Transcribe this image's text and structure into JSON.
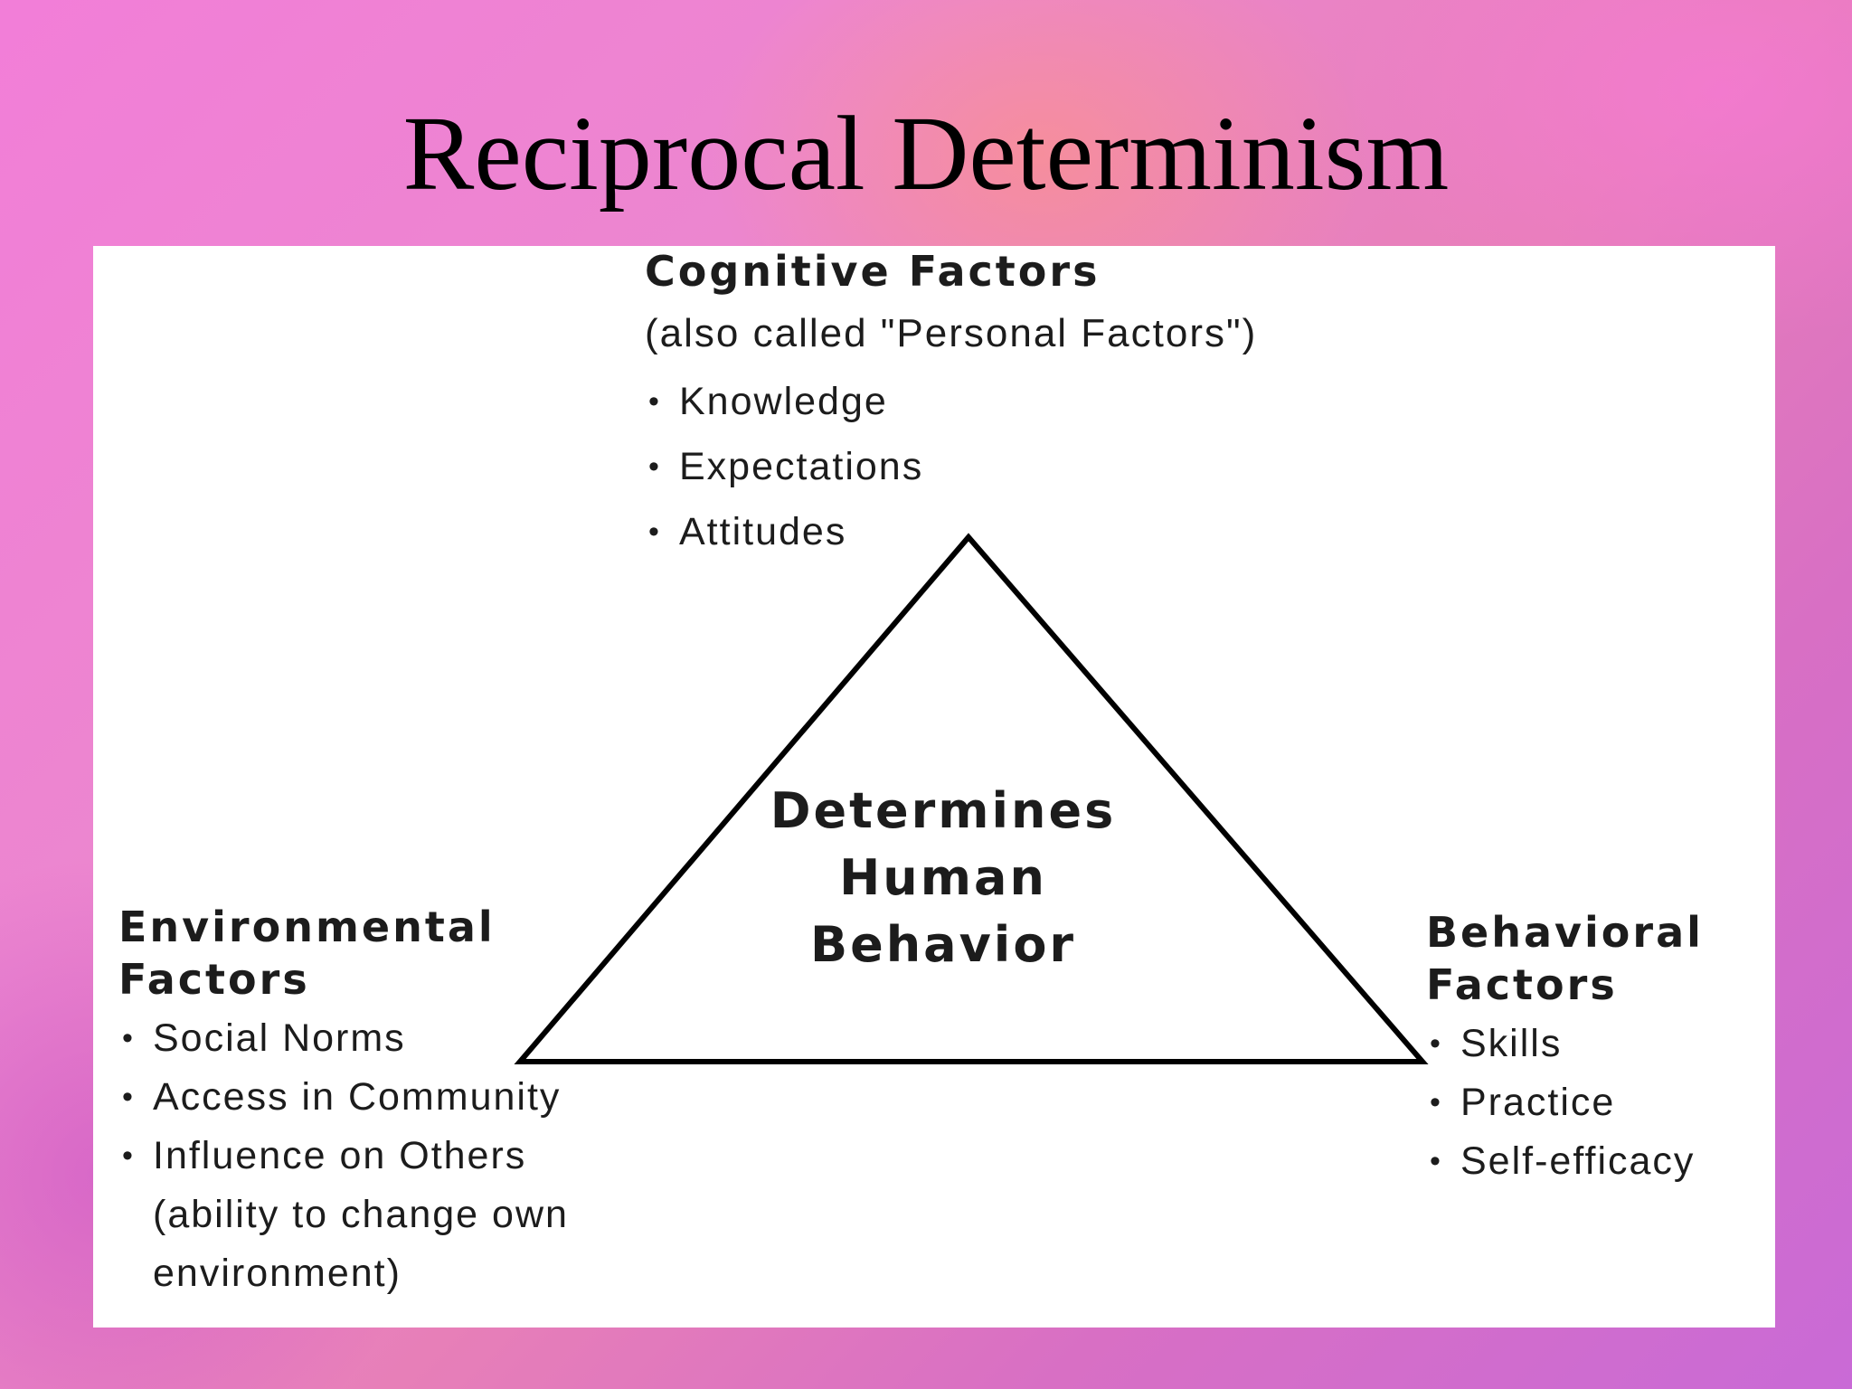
{
  "slide": {
    "title": "Reciprocal Determinism"
  },
  "diagram": {
    "cognitive": {
      "heading": "Cognitive Factors",
      "subtitle": "(also called \"Personal Factors\")",
      "items": [
        "Knowledge",
        "Expectations",
        "Attitudes"
      ]
    },
    "environmental": {
      "heading_line1": "Environmental",
      "heading_line2": "Factors",
      "items": [
        "Social Norms",
        "Access in Community",
        "Influence on Others (ability to change own environment)"
      ]
    },
    "behavioral": {
      "heading_line1": "Behavioral",
      "heading_line2": "Factors",
      "items": [
        "Skills",
        "Practice",
        "Self-efficacy"
      ]
    },
    "center": {
      "line1": "Determines",
      "line2": "Human",
      "line3": "Behavior"
    },
    "bullet_glyph": "•",
    "colors": {
      "panel": "#ffffff",
      "text": "#1c1c1c",
      "triangle_stroke": "#000000"
    }
  }
}
